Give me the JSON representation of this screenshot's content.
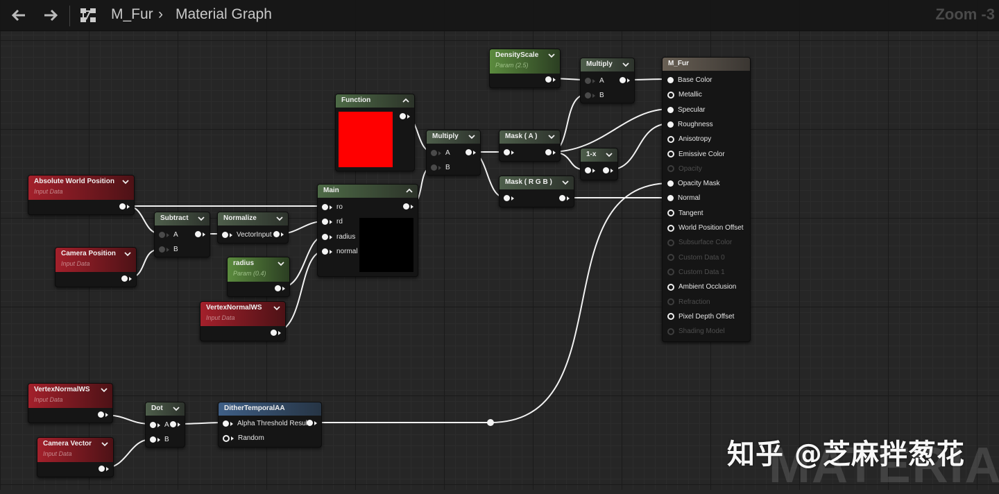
{
  "toolbar": {
    "back_icon": "arrow-left-icon",
    "forward_icon": "arrow-right-icon",
    "hierarchy_icon": "hierarchy-icon",
    "breadcrumb_root": "M_Fur",
    "breadcrumb_sep": "›",
    "breadcrumb_current": "Material Graph",
    "zoom": "Zoom -3"
  },
  "nodes": {
    "density_scale": {
      "title": "DensityScale",
      "subtitle": "Param (2.5)"
    },
    "multiply_top": {
      "title": "Multiply",
      "pins": [
        "A",
        "B"
      ]
    },
    "function": {
      "title": "Function",
      "swatch_color": "#ff0000"
    },
    "multiply_mid": {
      "title": "Multiply",
      "pins": [
        "A",
        "B"
      ]
    },
    "mask_a": {
      "title": "Mask ( A )"
    },
    "mask_rgb": {
      "title": "Mask ( R G B )"
    },
    "one_minus_x": {
      "title": "1-x"
    },
    "abs_world_pos": {
      "title": "Absolute World Position",
      "subtitle": "Input Data"
    },
    "camera_position": {
      "title": "Camera Position",
      "subtitle": "Input Data"
    },
    "subtract": {
      "title": "Subtract",
      "pins": [
        "A",
        "B"
      ]
    },
    "normalize": {
      "title": "Normalize",
      "pin": "VectorInput"
    },
    "main": {
      "title": "Main",
      "pins": [
        "ro",
        "rd",
        "radius",
        "normal"
      ],
      "preview_color": "#000000"
    },
    "radius": {
      "title": "radius",
      "subtitle": "Param (0.4)"
    },
    "vertex_normal_ws_1": {
      "title": "VertexNormalWS",
      "subtitle": "Input Data"
    },
    "vertex_normal_ws_2": {
      "title": "VertexNormalWS",
      "subtitle": "Input Data"
    },
    "camera_vector": {
      "title": "Camera Vector",
      "subtitle": "Input Data"
    },
    "dot": {
      "title": "Dot",
      "pins": [
        "A",
        "B"
      ]
    },
    "dither": {
      "title": "DitherTemporalAA",
      "pins": [
        "Alpha Threshold Result",
        "Random"
      ]
    },
    "m_fur": {
      "title": "M_Fur",
      "inputs": [
        {
          "label": "Base Color",
          "active": true
        },
        {
          "label": "Metallic",
          "active": true
        },
        {
          "label": "Specular",
          "active": true
        },
        {
          "label": "Roughness",
          "active": true
        },
        {
          "label": "Anisotropy",
          "active": true
        },
        {
          "label": "Emissive Color",
          "active": true
        },
        {
          "label": "Opacity",
          "active": false
        },
        {
          "label": "Opacity Mask",
          "active": true
        },
        {
          "label": "Normal",
          "active": true
        },
        {
          "label": "Tangent",
          "active": true
        },
        {
          "label": "World Position Offset",
          "active": true
        },
        {
          "label": "Subsurface Color",
          "active": false
        },
        {
          "label": "Custom Data 0",
          "active": false
        },
        {
          "label": "Custom Data 1",
          "active": false
        },
        {
          "label": "Ambient Occlusion",
          "active": true
        },
        {
          "label": "Refraction",
          "active": false
        },
        {
          "label": "Pixel Depth Offset",
          "active": true
        },
        {
          "label": "Shading Model",
          "active": false
        }
      ]
    }
  },
  "watermark": "知乎 @芝麻拌葱花",
  "background_text": "MATERIAL"
}
